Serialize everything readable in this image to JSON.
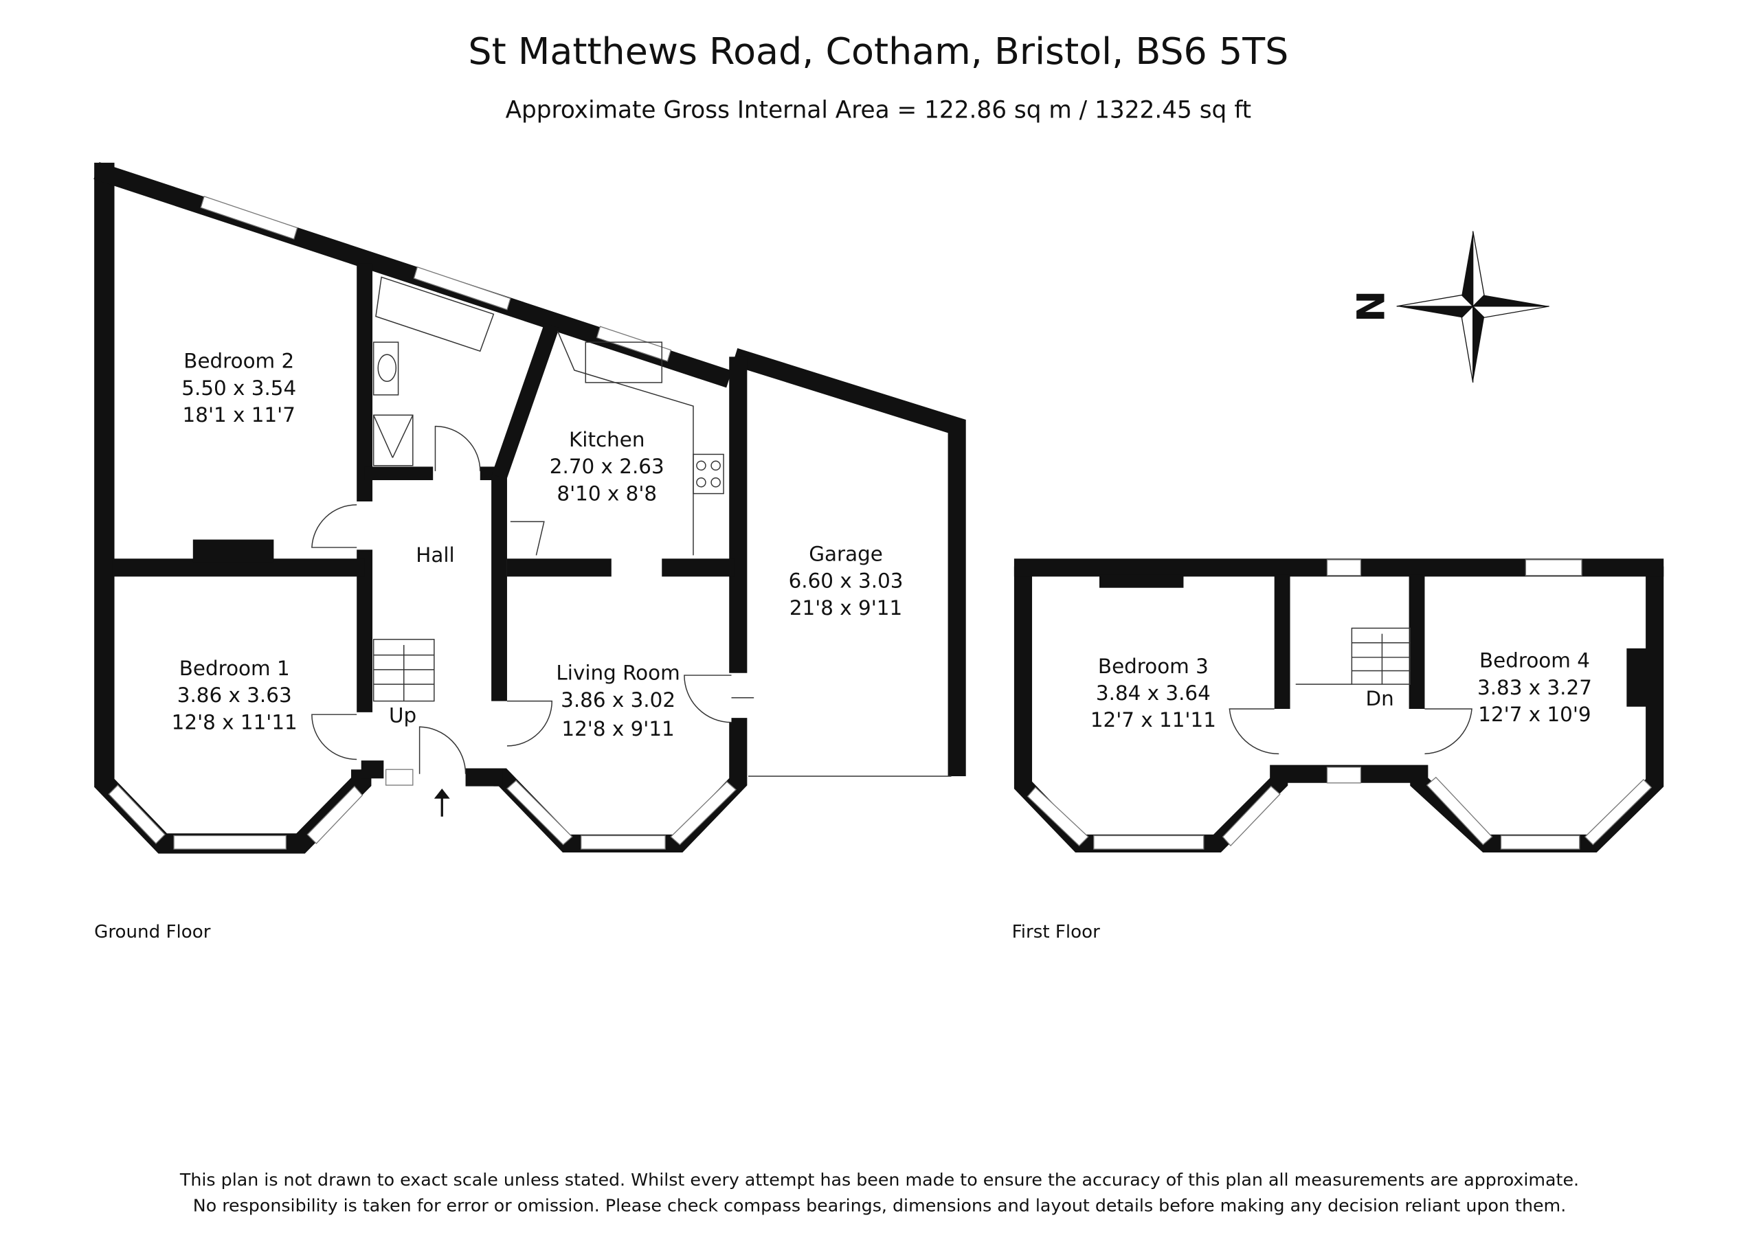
{
  "header": {
    "title": "St Matthews Road, Cotham, Bristol,  BS6 5TS",
    "subtitle": "Approximate Gross Internal Area = 122.86 sq m / 1322.45 sq ft"
  },
  "ground_floor": {
    "label": "Ground Floor",
    "rooms": [
      {
        "name": "Bedroom 2",
        "metric": "5.50 x 3.54",
        "imperial": "18'1 x 11'7"
      },
      {
        "name": "Kitchen",
        "metric": "2.70 x 2.63",
        "imperial": "8'10 x 8'8"
      },
      {
        "name": "Garage",
        "metric": "6.60 x 3.03",
        "imperial": "21'8 x 9'11"
      },
      {
        "name": "Bedroom 1",
        "metric": "3.86 x 3.63",
        "imperial": "12'8 x 11'11"
      },
      {
        "name": "Living Room",
        "metric": "3.86 x 3.02",
        "imperial": "12'8 x 9'11"
      }
    ],
    "hall": "Hall",
    "stairs": "Up"
  },
  "first_floor": {
    "label": "First Floor",
    "rooms": [
      {
        "name": "Bedroom 3",
        "metric": "3.84 x 3.64",
        "imperial": "12'7 x 11'11"
      },
      {
        "name": "Bedroom 4",
        "metric": "3.83 x 3.27",
        "imperial": "12'7 x 10'9"
      }
    ],
    "stairs": "Dn"
  },
  "compass": {
    "letter": "N",
    "icon": "compass-rose-icon"
  },
  "disclaimer": {
    "line1": "This plan is not drawn to exact scale unless stated.  Whilst every attempt has been made to ensure the accuracy of this plan all measurements are approximate.",
    "line2": "No responsibility is taken for error or omission.  Please check compass bearings, dimensions and layout details before making any decision reliant upon them."
  }
}
